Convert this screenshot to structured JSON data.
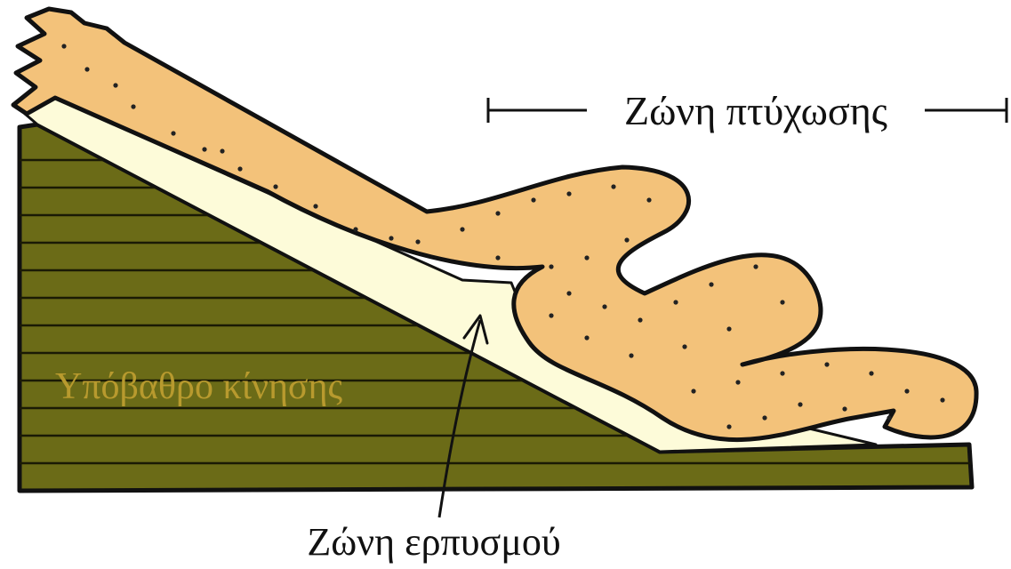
{
  "labels": {
    "fold_zone": "Ζώνη πτύχωσης",
    "basement": "Υπόβαθρο κίνησης",
    "creep_zone": "Ζώνη ερπυσμού"
  },
  "colors": {
    "basement_fill": "#6b6b17",
    "basement_lines": "#1a1a05",
    "creep_layer": "#fdfbd9",
    "fold_body": "#f3c27a",
    "outline": "#111111",
    "basement_text": "#b89a2e",
    "label_text": "#111111"
  }
}
